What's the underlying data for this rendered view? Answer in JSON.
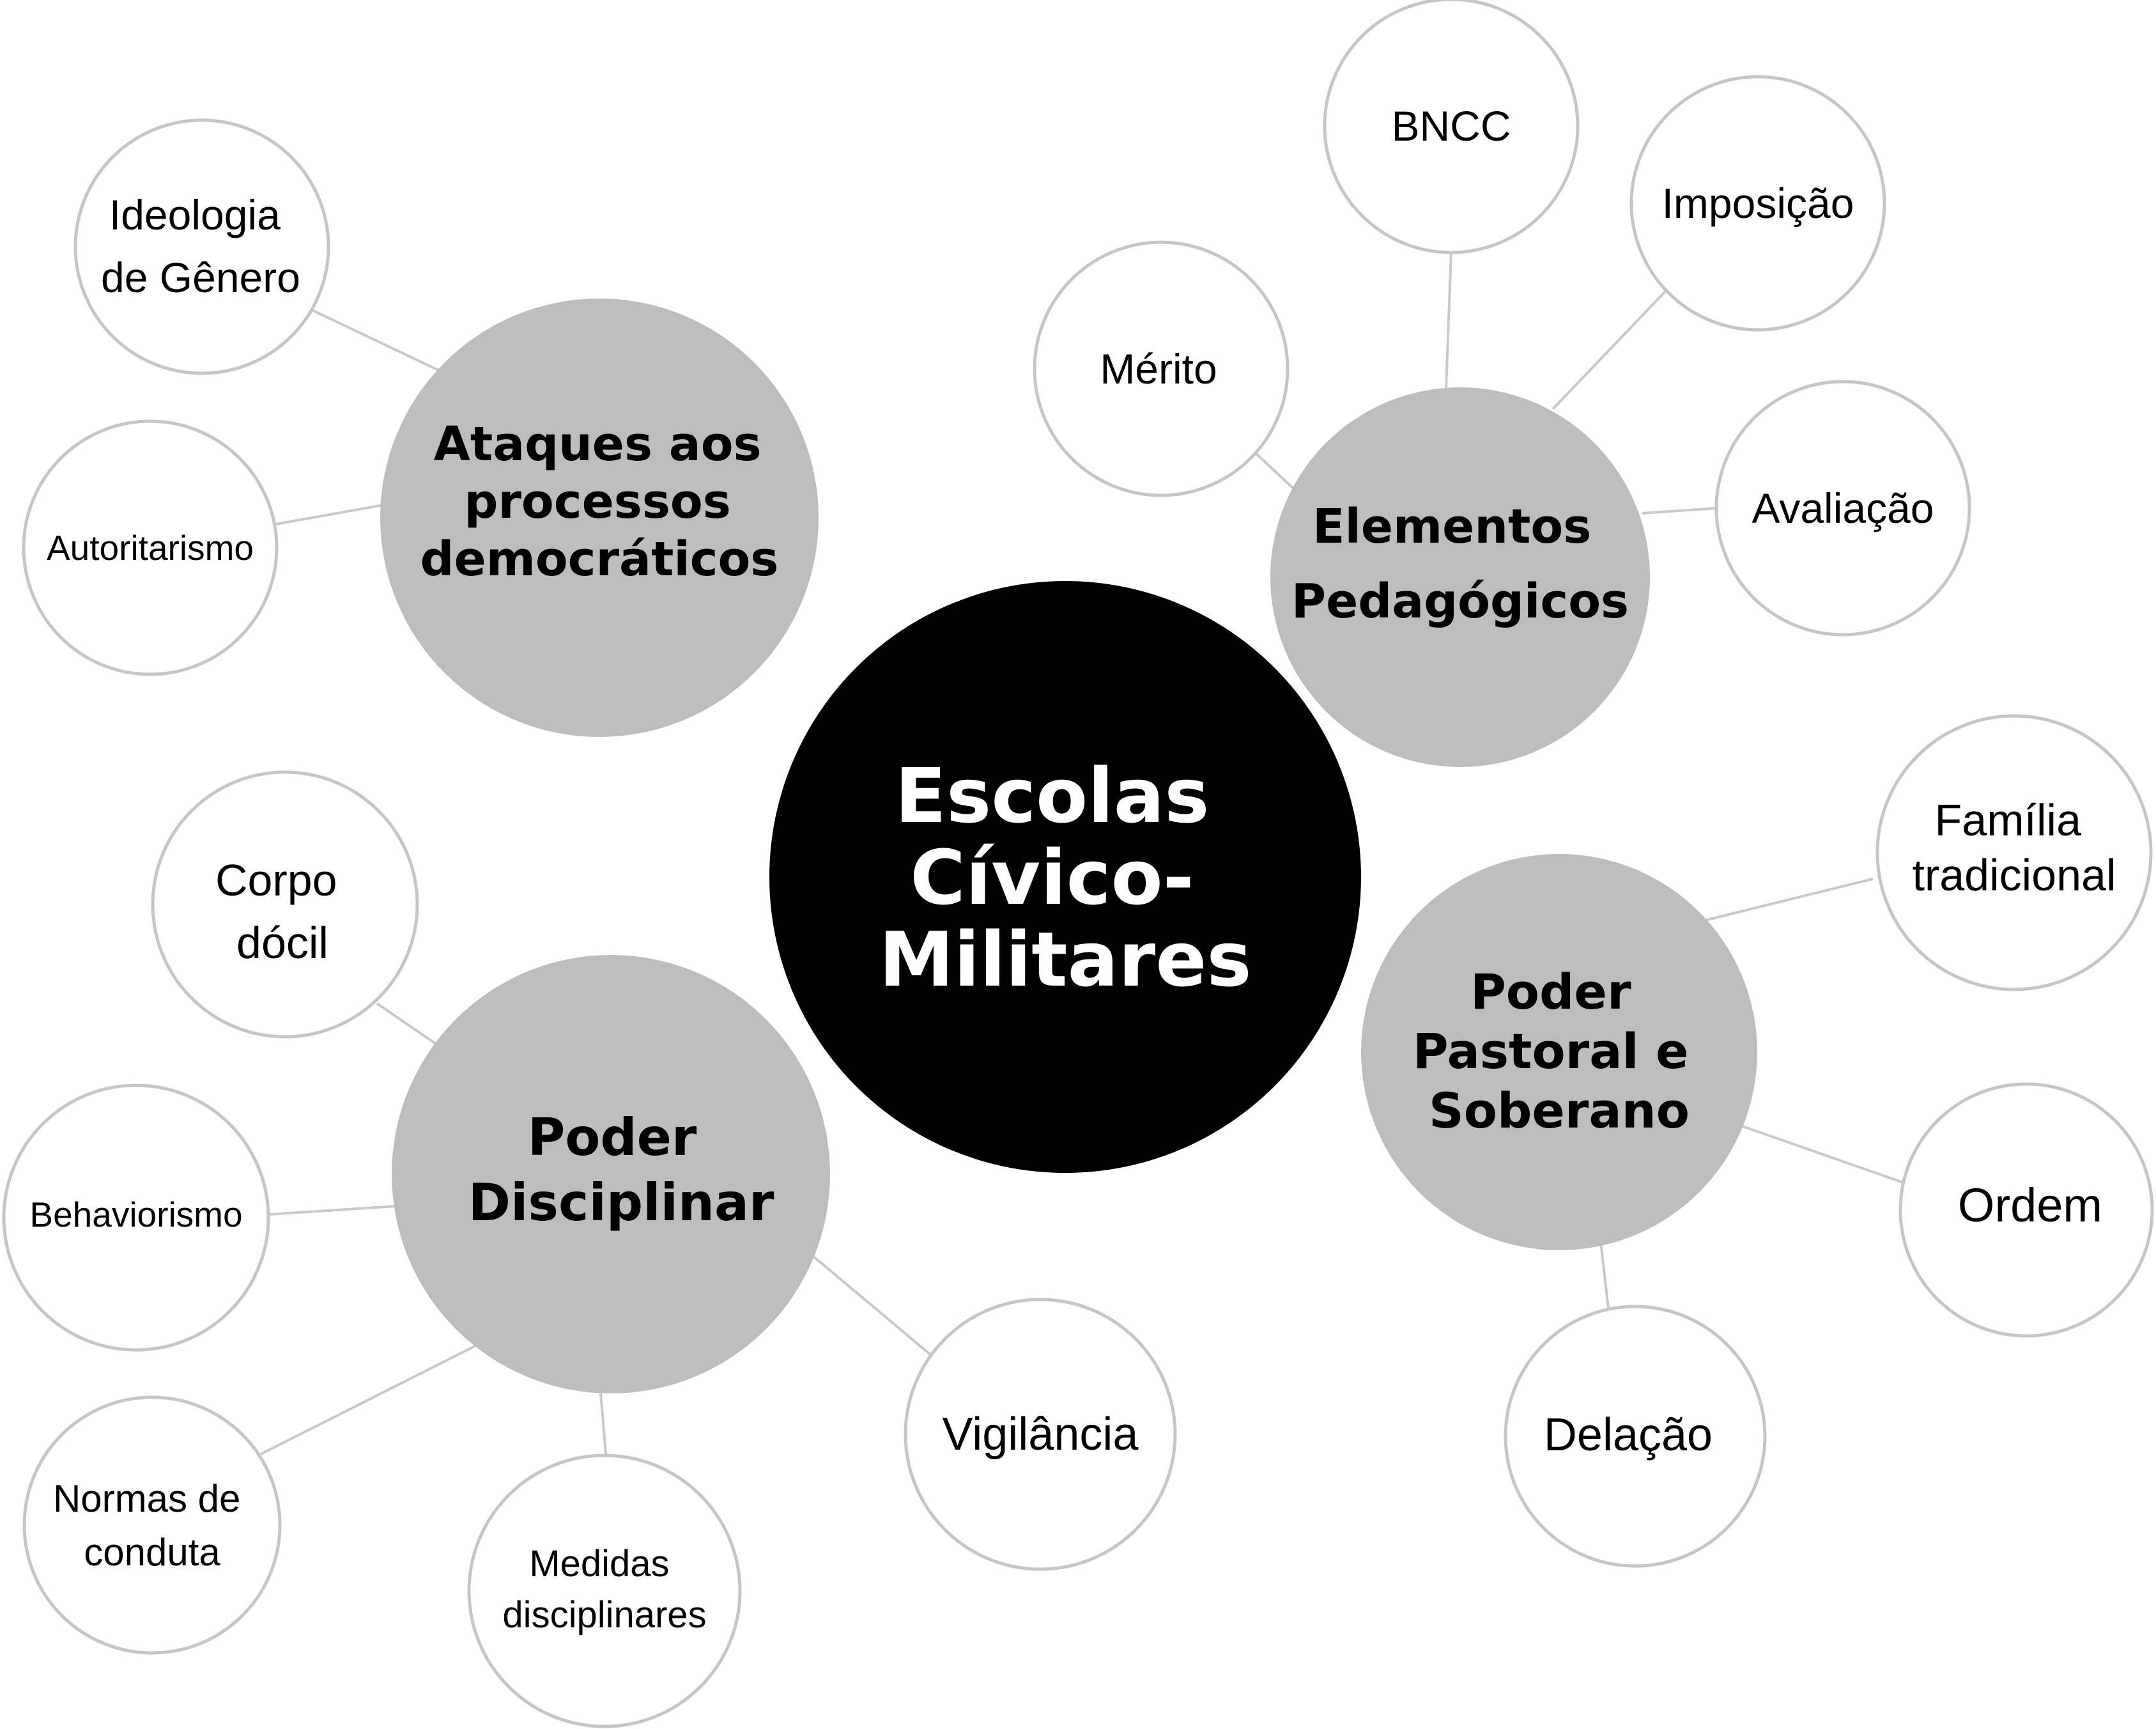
{
  "center": {
    "lines": [
      "Escolas",
      "Cívico-",
      "Militares"
    ]
  },
  "groups": {
    "ataques": {
      "lines": [
        "Ataques aos",
        "processos",
        "democráticos"
      ],
      "leaves": {
        "ideologia": {
          "lines": [
            "Ideologia",
            "de Gênero"
          ]
        },
        "autoritarismo": {
          "lines": [
            "Autoritarismo"
          ]
        }
      }
    },
    "elementos": {
      "lines": [
        "Elementos",
        "Pedagógicos"
      ],
      "leaves": {
        "merito": {
          "lines": [
            "Mérito"
          ]
        },
        "bncc": {
          "lines": [
            "BNCC"
          ]
        },
        "imposicao": {
          "lines": [
            "Imposição"
          ]
        },
        "avaliacao": {
          "lines": [
            "Avaliação"
          ]
        }
      }
    },
    "disciplinar": {
      "lines": [
        "Poder",
        "Disciplinar"
      ],
      "leaves": {
        "corpo": {
          "lines": [
            "Corpo",
            "dócil"
          ]
        },
        "behaviorismo": {
          "lines": [
            "Behaviorismo"
          ]
        },
        "normas": {
          "lines": [
            "Normas de",
            "conduta"
          ]
        },
        "medidas": {
          "lines": [
            "Medidas",
            "disciplinares"
          ]
        },
        "vigilancia": {
          "lines": [
            "Vigilância"
          ]
        }
      }
    },
    "pastoral": {
      "lines": [
        "Poder",
        "Pastoral e",
        "Soberano"
      ],
      "leaves": {
        "familia": {
          "lines": [
            "Família",
            "tradicional"
          ]
        },
        "ordem": {
          "lines": [
            "Ordem"
          ]
        },
        "delacao": {
          "lines": [
            "Delação"
          ]
        }
      }
    }
  }
}
